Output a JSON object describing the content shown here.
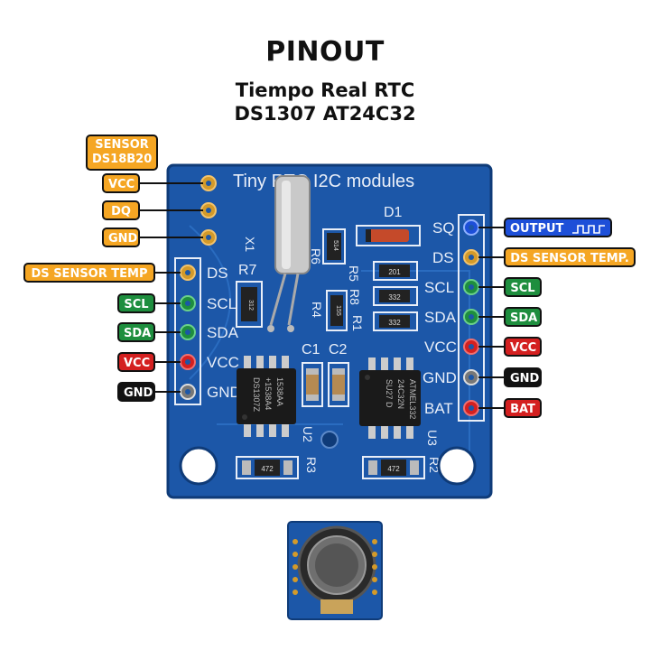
{
  "header": {
    "title": "PINOUT",
    "subtitle_line1": "Tiempo Real RTC",
    "subtitle_line2": "DS1307 AT24C32"
  },
  "board": {
    "silkscreen_title": "Tiny RTC  I2C  modules",
    "left_pins": [
      "DS",
      "SCL",
      "SDA",
      "VCC",
      "GND"
    ],
    "right_pins": [
      "SQ",
      "DS",
      "SCL",
      "SDA",
      "VCC",
      "GND",
      "BAT"
    ],
    "components": {
      "d1": "D1",
      "x1": "X1",
      "r6": "R6",
      "r7": "R7",
      "r5": "R5",
      "r8": "R8",
      "r4": "R4",
      "r1": "R1",
      "c1": "C1",
      "c2": "C2",
      "u2": "U2",
      "u3": "U3",
      "r3": "R3",
      "r2": "R2"
    },
    "chip1_marking": [
      "DS1307Z",
      "+1538A4",
      "1538AA"
    ],
    "chip2_marking": [
      "ATMEL332",
      "24C32N",
      "SU27 D"
    ],
    "resistor_codes": [
      "514",
      "201",
      "332",
      "332",
      "155",
      "472",
      "472",
      "312"
    ]
  },
  "labels": {
    "sensor_header_line1": "SENSOR",
    "sensor_header_line2": "DS18B20",
    "left_vcc_sensor": "VCC",
    "left_dq": "DQ",
    "left_gnd_sensor": "GND",
    "left_ds": "DS SENSOR TEMP",
    "left_scl": "SCL",
    "left_sda": "SDA",
    "left_vcc": "VCC",
    "left_gnd": "GND",
    "right_output": "OUTPUT",
    "right_ds": "DS SENSOR TEMP.",
    "right_scl": "SCL",
    "right_sda": "SDA",
    "right_vcc": "VCC",
    "right_gnd": "GND",
    "right_bat": "BAT"
  },
  "colors": {
    "board_blue": "#1c57a8",
    "orange": "#f5a623",
    "green": "#1e8e3e",
    "red": "#d42020",
    "black": "#111111",
    "blue_label": "#1d4fd8"
  }
}
